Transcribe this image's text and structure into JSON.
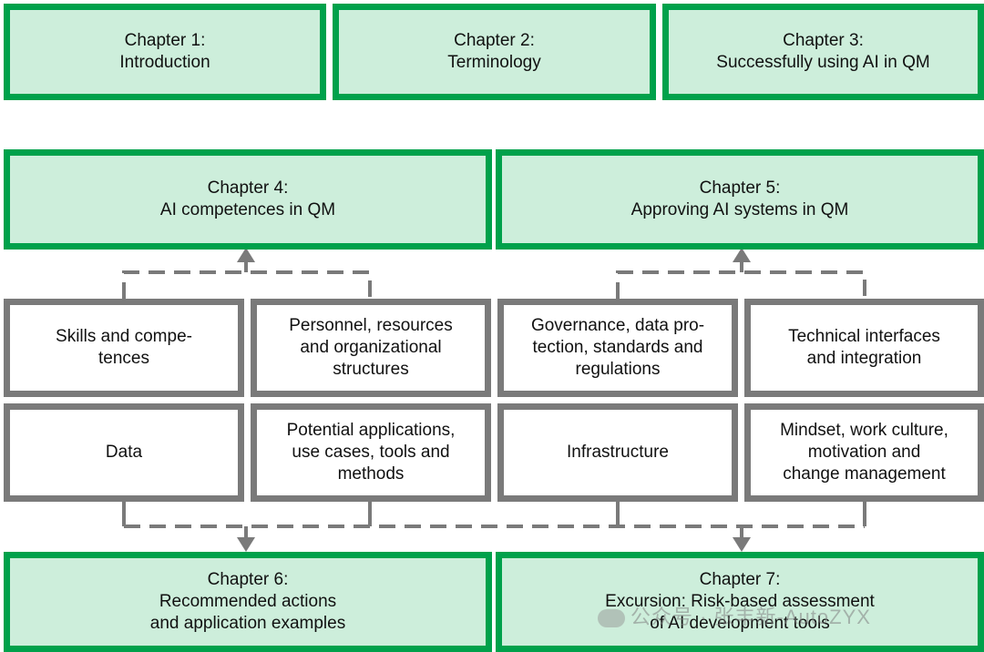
{
  "colors": {
    "chapter_fill": "#cdeedb",
    "chapter_border": "#00a14b",
    "topic_border": "#7a7a7a",
    "connector": "#7a7a7a"
  },
  "chapters": {
    "ch1": "Chapter 1:\nIntroduction",
    "ch2": "Chapter 2:\nTerminology",
    "ch3": "Chapter 3:\nSuccessfully using AI in QM",
    "ch4": "Chapter 4:\nAI competences in QM",
    "ch5": "Chapter 5:\nApproving AI systems in QM",
    "ch6": "Chapter 6:\nRecommended actions\nand application examples",
    "ch7": "Chapter 7:\nExcursion: Risk-based assessment\nof AI development tools"
  },
  "topics": {
    "skills": "Skills and compe-\ntences",
    "personnel": "Personnel, resources\nand organizational\nstructures",
    "governance": "Governance, data pro-\ntection, standards and\nregulations",
    "technical": "Technical interfaces\nand integration",
    "data": "Data",
    "applications": "Potential applications,\nuse cases, tools and\nmethods",
    "infrastructure": "Infrastructure",
    "mindset": "Mindset, work culture,\nmotivation and\nchange management"
  },
  "watermark": {
    "text": "公众号 · 张丰新-AutoZYX",
    "icon": "wechat-icon"
  }
}
